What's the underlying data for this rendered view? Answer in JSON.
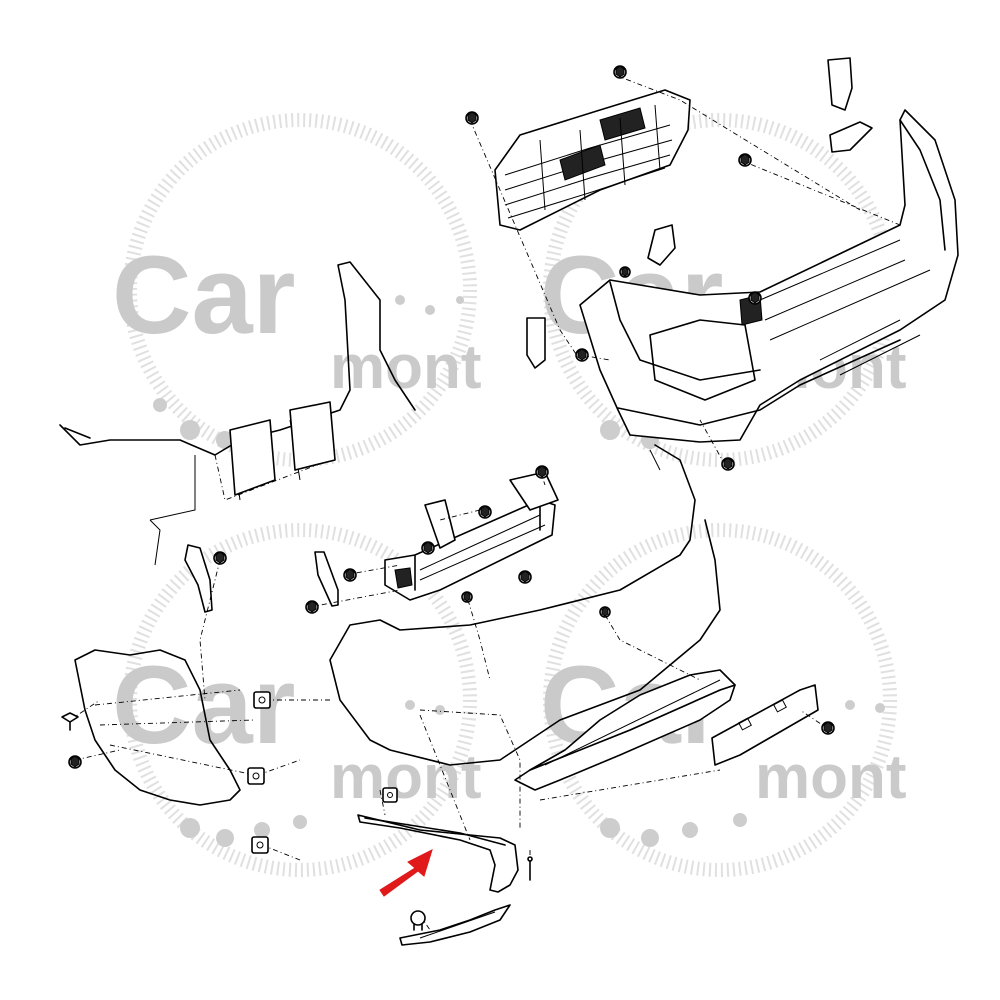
{
  "watermark": {
    "brand_line1": "Car",
    "brand_line2": "mont",
    "color": "#c4c4c4"
  },
  "callout": {
    "arrow_color": "#e0191b",
    "target_part": "front-bumper-lower-side-molding"
  },
  "icons": [
    "bolt-icon",
    "clip-icon",
    "nut-icon",
    "red-arrow-icon"
  ]
}
